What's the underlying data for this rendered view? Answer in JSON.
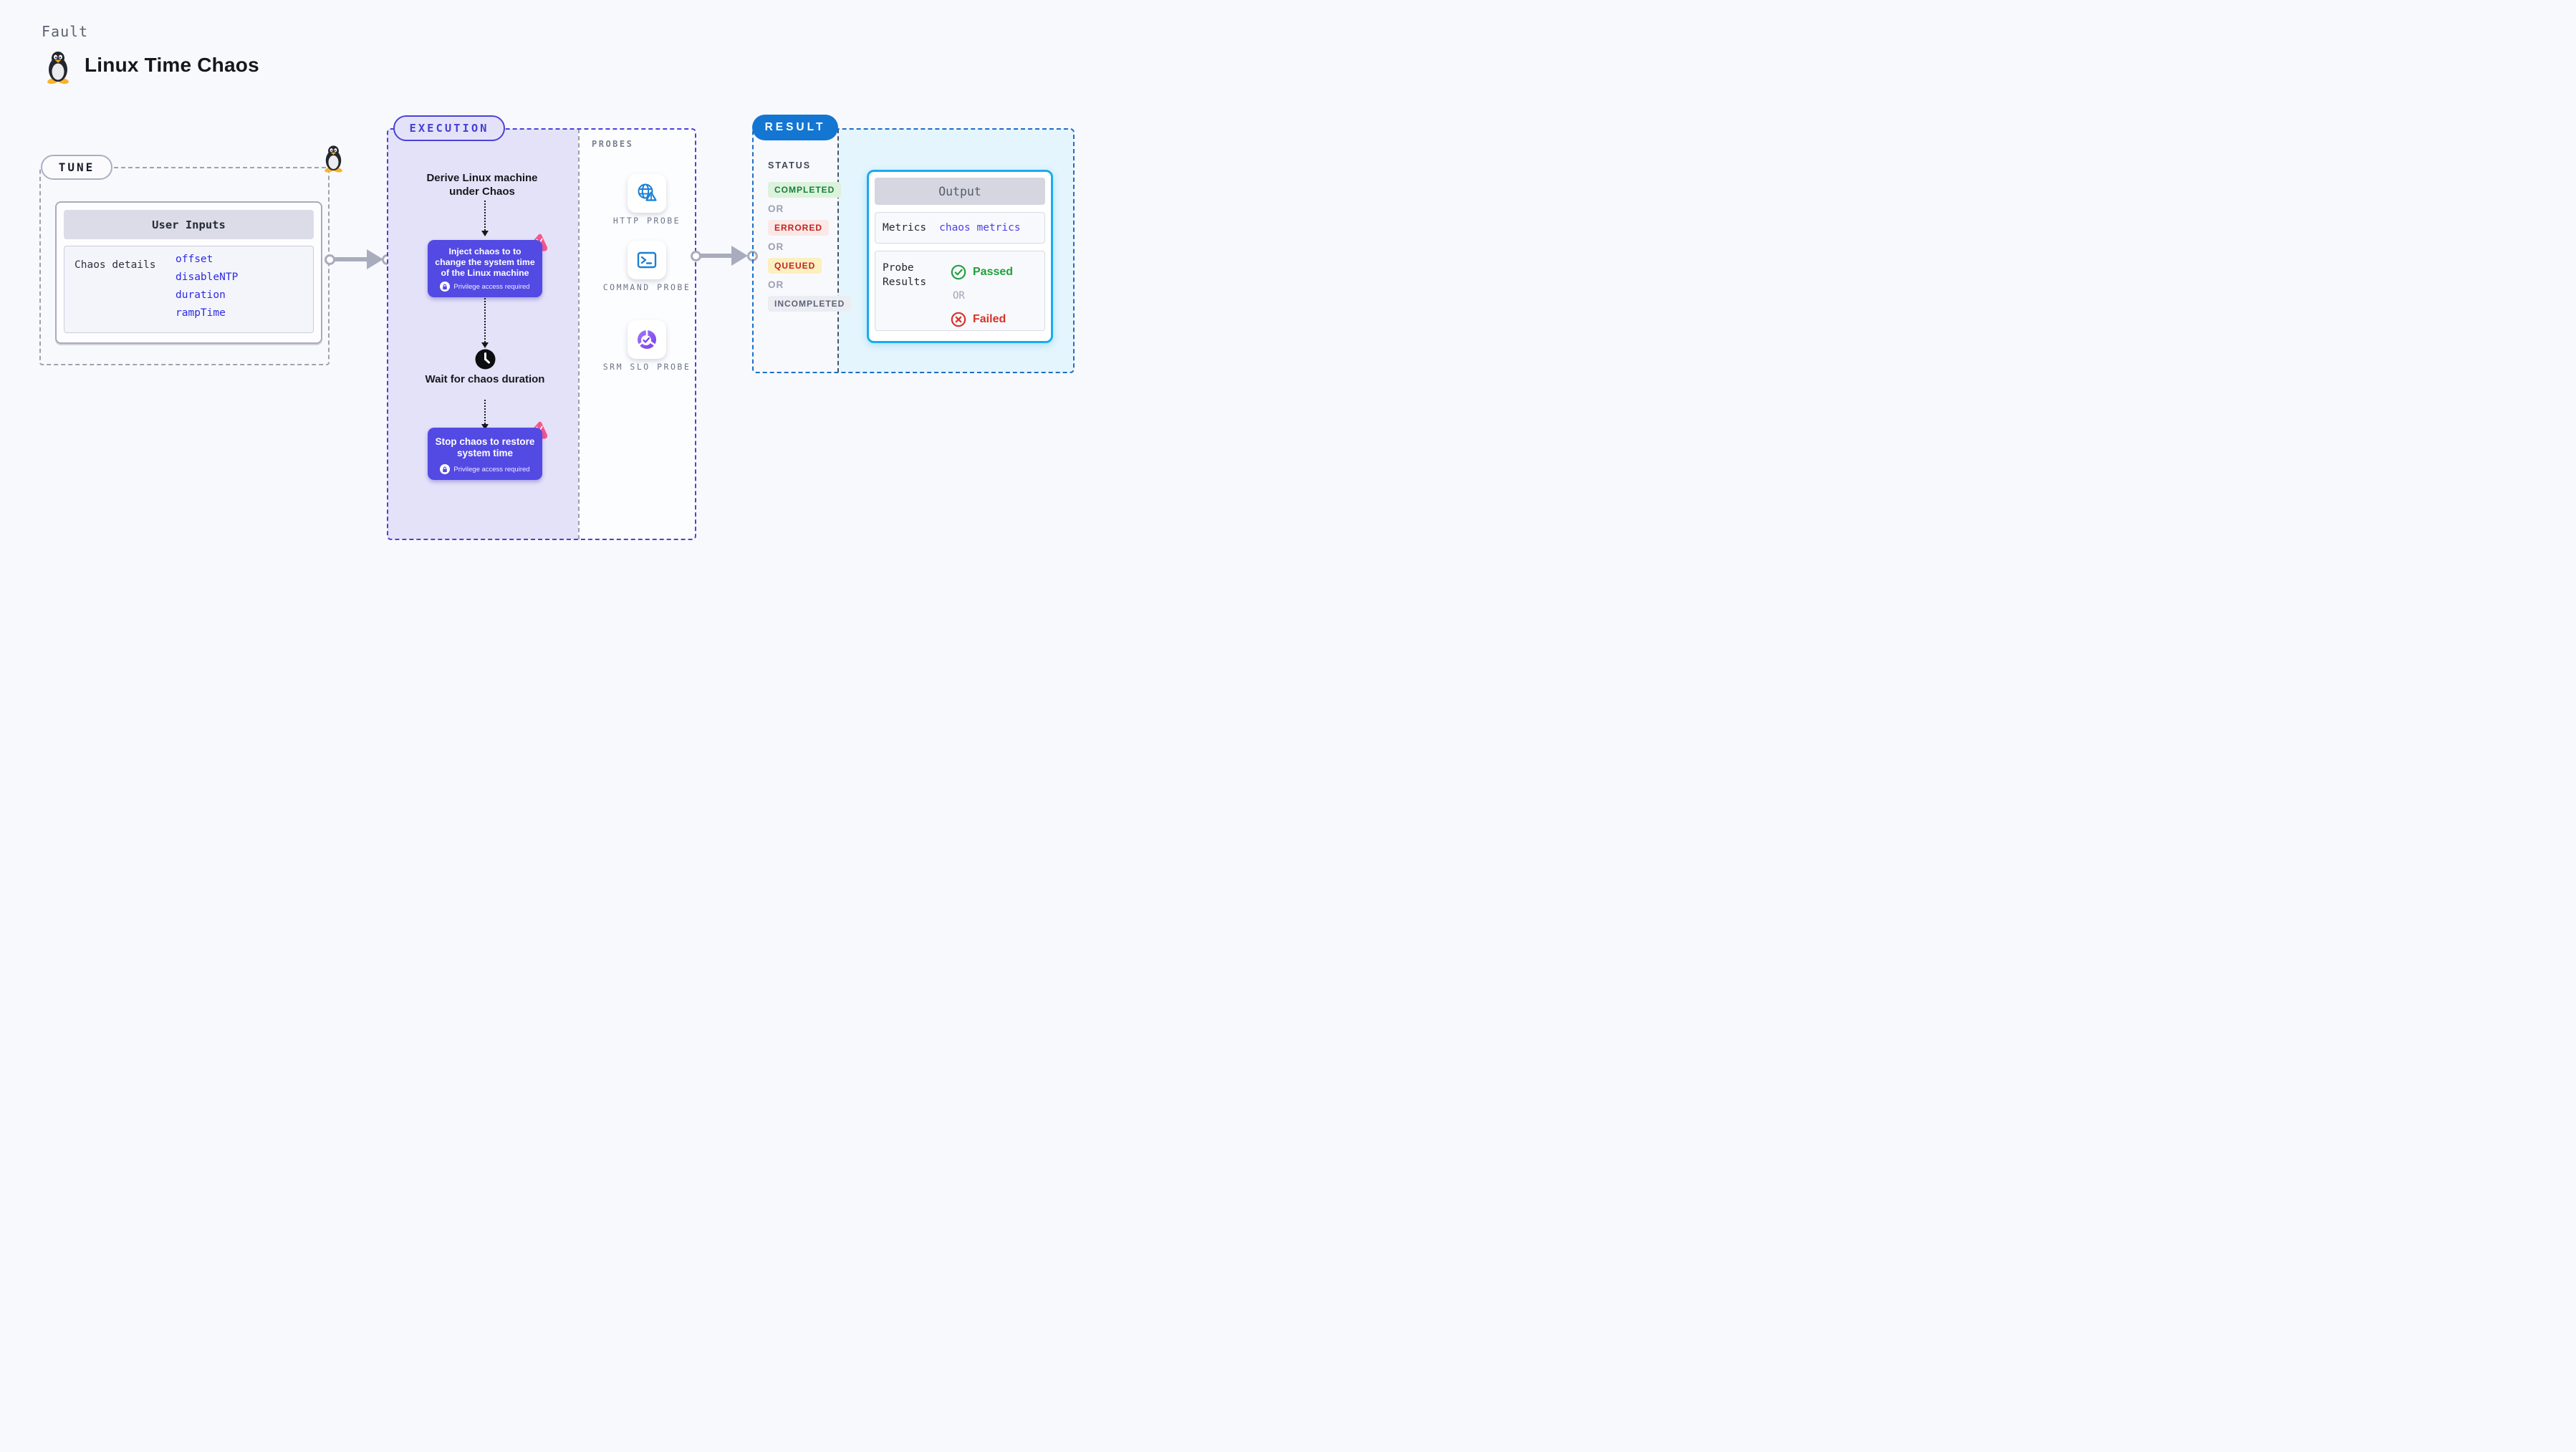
{
  "header": {
    "eyebrow": "Fault",
    "title": "Linux Time Chaos",
    "icon": "tux-penguin-icon"
  },
  "tune": {
    "badge": "TUNE",
    "card_title": "User Inputs",
    "row_label": "Chaos details",
    "params": [
      "offset",
      "disableNTP",
      "duration",
      "rampTime"
    ]
  },
  "execution": {
    "badge": "EXECUTION",
    "step_derive": "Derive Linux machine under Chaos",
    "inject_text": "Inject chaos to to change the system time of the Linux machine",
    "inject_note": "Privilege access required",
    "wait_text": "Wait for chaos duration",
    "stop_text": "Stop chaos to restore system time",
    "stop_note": "Privilege access required"
  },
  "probes": {
    "title": "PROBES",
    "items": [
      {
        "label": "HTTP PROBE",
        "icon": "globe-alert-icon"
      },
      {
        "label": "COMMAND PROBE",
        "icon": "terminal-icon"
      },
      {
        "label": "SRM SLO PROBE",
        "icon": "slo-donut-check-icon"
      }
    ]
  },
  "result": {
    "badge": "RESULT",
    "status_title": "STATUS",
    "or": "OR",
    "statuses": [
      {
        "label": "COMPLETED",
        "bg": "#dcf2dc",
        "fg": "#17803b"
      },
      {
        "label": "ERRORED",
        "bg": "#fbe9e7",
        "fg": "#c5221f"
      },
      {
        "label": "QUEUED",
        "bg": "#fcefc0",
        "fg": "#c5221f"
      },
      {
        "label": "INCOMPLETED",
        "bg": "#ecedf3",
        "fg": "#5c6375"
      }
    ]
  },
  "output": {
    "title": "Output",
    "metrics_label": "Metrics",
    "metrics_value": "chaos metrics",
    "probe_results_label": "Probe Results",
    "passed": "Passed",
    "or": "OR",
    "failed": "Failed"
  },
  "colors": {
    "page_bg": "#f8f9fc",
    "execution_accent": "#4a42d9",
    "execution_fill": "#e4e2f8",
    "chaos_box": "#5349e3",
    "chaos_pin_pink": "#f4578c",
    "result_accent": "#1376d2",
    "output_border": "#19acec",
    "output_fill": "#e4f5fd",
    "param_link_blue": "#2d2ae2",
    "passed_green": "#1fa03c",
    "failed_red": "#d63226",
    "arrow_gray": "#a9acbc"
  }
}
